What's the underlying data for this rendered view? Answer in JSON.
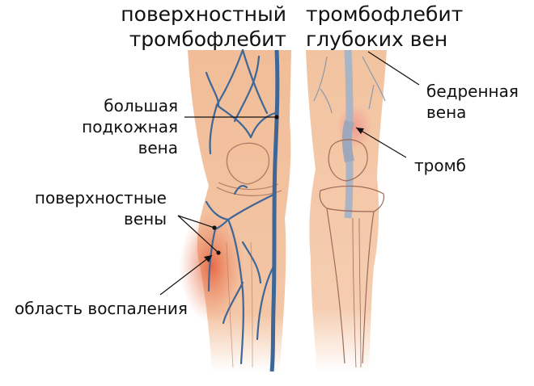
{
  "titles": {
    "superficial": {
      "line1": "поверхностный",
      "line2": "тромбофлебит"
    },
    "deep": {
      "line1": "тромбофлебит",
      "line2": "глубоких вен"
    }
  },
  "labels": {
    "great_saphenous": {
      "line1": "большая",
      "line2": "подкожная",
      "line3": "вена"
    },
    "superficial_veins": {
      "line1": "поверхностные",
      "line2": "вены"
    },
    "inflammation": "область воспаления",
    "femoral_vein": {
      "line1": "бедренная",
      "line2": "вена"
    },
    "thrombus": "тромб"
  },
  "colors": {
    "skin": "#f3c3a0",
    "skin_light": "#f8d8c0",
    "inflamed": "#e8704a",
    "vein": "#3e6797",
    "deep_vein": "#a9b4c4",
    "outline": "#8a5040"
  }
}
